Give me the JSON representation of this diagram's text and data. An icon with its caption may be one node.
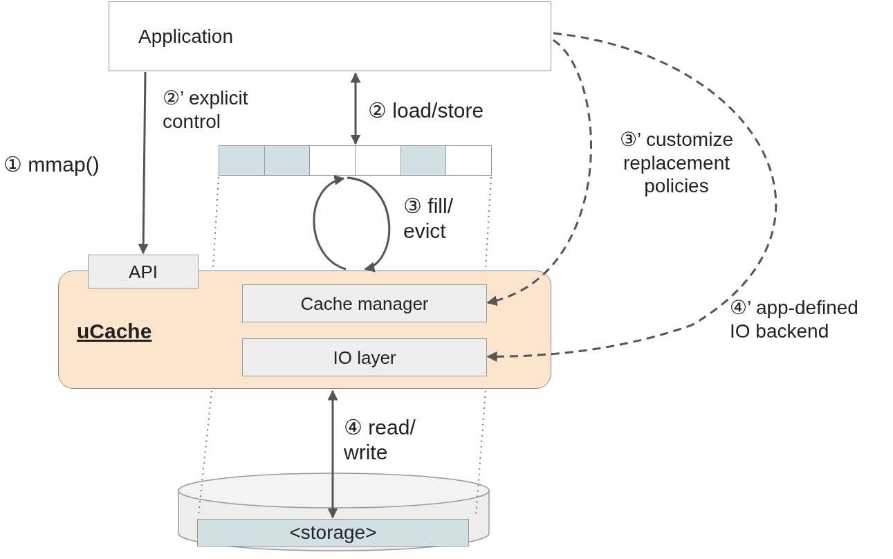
{
  "diagram": {
    "nodes": [
      {
        "text": [
          "Application"
        ]
      },
      {
        "text": [],
        "shape": "bar"
      },
      {
        "text": [
          "uCache"
        ]
      },
      {
        "text": [
          "API"
        ]
      },
      {
        "text": [
          "Cache manager"
        ],
        "in": 2
      },
      {
        "text": [
          "IO layer"
        ],
        "in": 2
      },
      {
        "text": [],
        "shape": "cylinder"
      },
      {
        "text": [
          "<storage>"
        ],
        "in": 6
      }
    ],
    "edges": [
      {
        "from": 0,
        "to": 3,
        "arrow": "to",
        "label": "① mmap()"
      },
      {
        "from": 0,
        "to": 1,
        "arrow": "both",
        "label": "② load/store"
      },
      {
        "from": 2,
        "to": 1,
        "arrow": "to"
      },
      {
        "from": 1,
        "to": 2,
        "arrow": "to",
        "label": "③ fill/ evict"
      },
      {
        "from": 0,
        "to": 4,
        "arrow": "to",
        "style": "dashed",
        "label": "③’ customize replacement policies"
      },
      {
        "from": 0,
        "to": 5,
        "arrow": "to",
        "style": "dashed",
        "label": "④’ app-defined IO backend"
      },
      {
        "from": 2,
        "to": 7,
        "arrow": "both",
        "label": "④ read/ write"
      }
    ],
    "labels": [
      "②’ explicit control"
    ]
  }
}
